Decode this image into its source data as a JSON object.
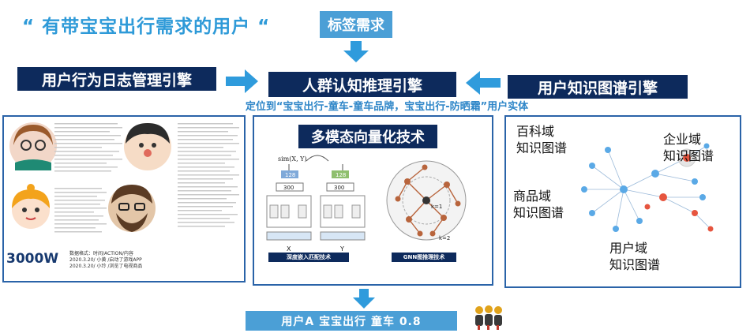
{
  "title": "“ 有带宝宝出行需求的用户 “",
  "tag_box": "标签需求",
  "left_engine": "用户行为日志管理引擎",
  "center_engine": "人群认知推理引擎",
  "right_engine": "用户知识图谱引擎",
  "subtitle": "定位到“宝宝出行-童车-童车品牌，宝宝出行-防晒霜”用户实体",
  "users_panel": {
    "count": "3000W",
    "note_lines": [
      "数据格式：时间/ACTION/内容",
      "2020.3.20/ 小黄 /启动了游戏APP",
      "2020.3.20/ 小玲 /浏览了电视商品"
    ]
  },
  "tech_panel": {
    "title": "多模态向量化技术",
    "sim_label": "sim(X, Y)",
    "vec_dims": [
      "128",
      "300",
      "128",
      "300"
    ],
    "input_x": "X",
    "input_y": "Y",
    "caption_left": "深度嵌入匹配技术",
    "caption_right": "GNN图推理技术",
    "k1": "k=1",
    "k2": "k=2"
  },
  "kg_panel": {
    "baike": [
      "百科域",
      "知识图谱"
    ],
    "enterprise": [
      "企业域",
      "知识图谱"
    ],
    "goods": [
      "商品域",
      "知识图谱"
    ],
    "user": [
      "用户域",
      "知识图谱"
    ]
  },
  "result": "用户A  宝宝出行 童车 0.8",
  "colors": {
    "navy": "#0d2a5c",
    "light_blue": "#4b9fd6",
    "title_blue": "#2e9ad8",
    "border": "#2a63a8"
  }
}
